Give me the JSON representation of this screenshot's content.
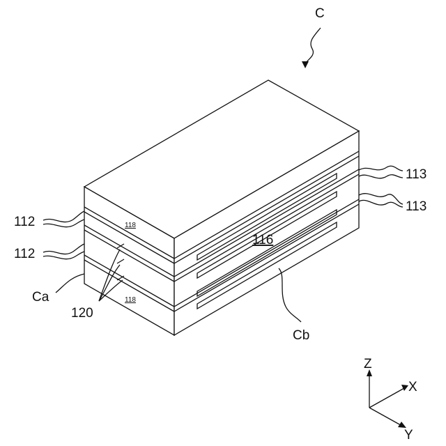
{
  "figure": {
    "labels": {
      "component": "C",
      "layer_112_upper": "112",
      "layer_112_lower": "112",
      "layer_113_upper": "113",
      "layer_113_lower": "113",
      "side_face": "Ca",
      "end_face": "Cb",
      "electrode": "116",
      "marker_upper": "118",
      "marker_lower": "118",
      "boundary": "120"
    },
    "axes": {
      "z": "Z",
      "x": "X",
      "y": "Y"
    }
  }
}
